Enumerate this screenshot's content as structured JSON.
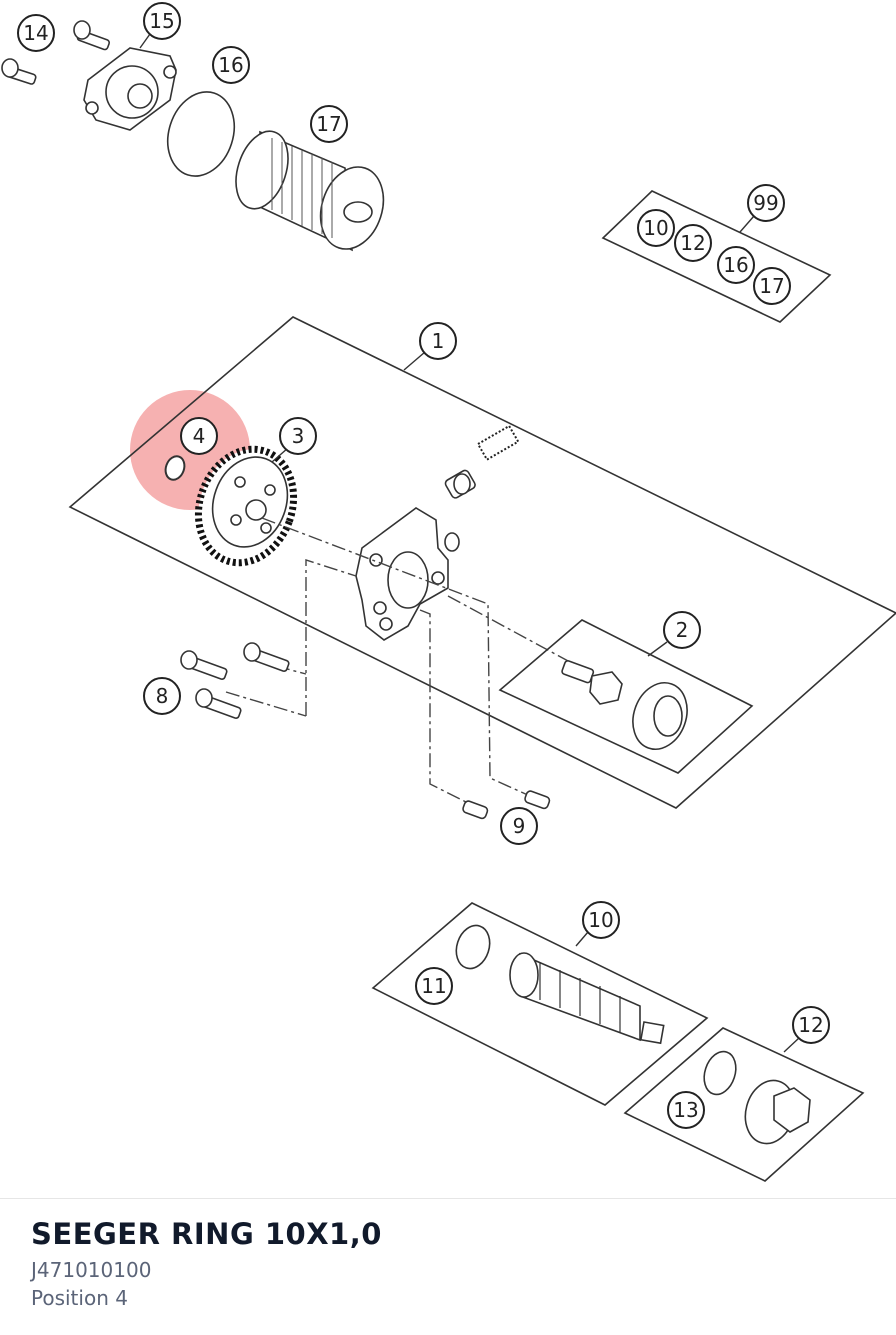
{
  "diagram": {
    "callouts": {
      "c1": "1",
      "c2": "2",
      "c3": "3",
      "c4": "4",
      "c8": "8",
      "c9": "9",
      "c10a": "10",
      "c10b": "10",
      "c11": "11",
      "c12a": "12",
      "c12b": "12",
      "c13": "13",
      "c14": "14",
      "c15": "15",
      "c16a": "16",
      "c16b": "16",
      "c17a": "17",
      "c17b": "17",
      "c99": "99"
    },
    "highlighted_position": "4",
    "highlight_color": "#f5a3a3"
  },
  "part": {
    "name": "SEEGER RING 10X1,0",
    "number": "J471010100",
    "position": "Position 4"
  }
}
